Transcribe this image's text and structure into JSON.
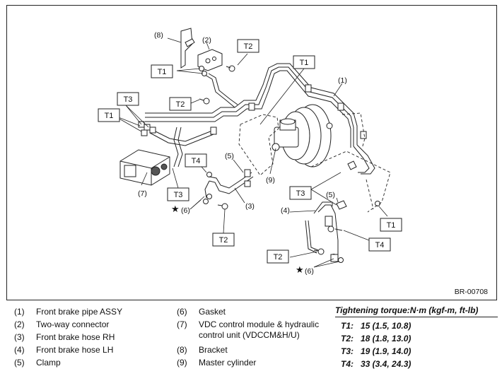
{
  "diagram": {
    "code": "BR-00708",
    "callouts": {
      "t1_a": "T1",
      "t2_a": "T2",
      "t1_b": "T1",
      "t2_b": "T2",
      "t3_a": "T3",
      "t1_c": "T1",
      "t4_a": "T4",
      "t3_b": "T3",
      "t3_c": "T3",
      "t1_d": "T1",
      "t4_b": "T4",
      "t2_c": "T2",
      "t2_d": "T2"
    },
    "labels": {
      "n8": "(8)",
      "n2": "(2)",
      "n1": "(1)",
      "n5a": "(5)",
      "n7": "(7)",
      "n9": "(9)",
      "n3": "(3)",
      "n6a": "(6)",
      "n5b": "(5)",
      "n4": "(4)",
      "n6b": "(6)"
    },
    "star_symbol": "★"
  },
  "legend": {
    "col1": [
      {
        "num": "(1)",
        "text": "Front brake pipe ASSY"
      },
      {
        "num": "(2)",
        "text": "Two-way connector"
      },
      {
        "num": "(3)",
        "text": "Front brake hose RH"
      },
      {
        "num": "(4)",
        "text": "Front brake hose LH"
      },
      {
        "num": "(5)",
        "text": "Clamp"
      }
    ],
    "col2": [
      {
        "num": "(6)",
        "text": "Gasket"
      },
      {
        "num": "(7)",
        "text": "VDC control module & hydraulic"
      },
      {
        "num": "",
        "text": "control unit (VDCCM&H/U)"
      },
      {
        "num": "(8)",
        "text": "Bracket"
      },
      {
        "num": "(9)",
        "text": "Master cylinder"
      }
    ]
  },
  "torque": {
    "title": "Tightening torque:N·m (kgf-m, ft-lb)",
    "rows": [
      {
        "key": "T1:",
        "value": "15 (1.5, 10.8)"
      },
      {
        "key": "T2:",
        "value": "18 (1.8, 13.0)"
      },
      {
        "key": "T3:",
        "value": "19 (1.9, 14.0)"
      },
      {
        "key": "T4:",
        "value": "33 (3.4, 24.3)"
      }
    ]
  }
}
